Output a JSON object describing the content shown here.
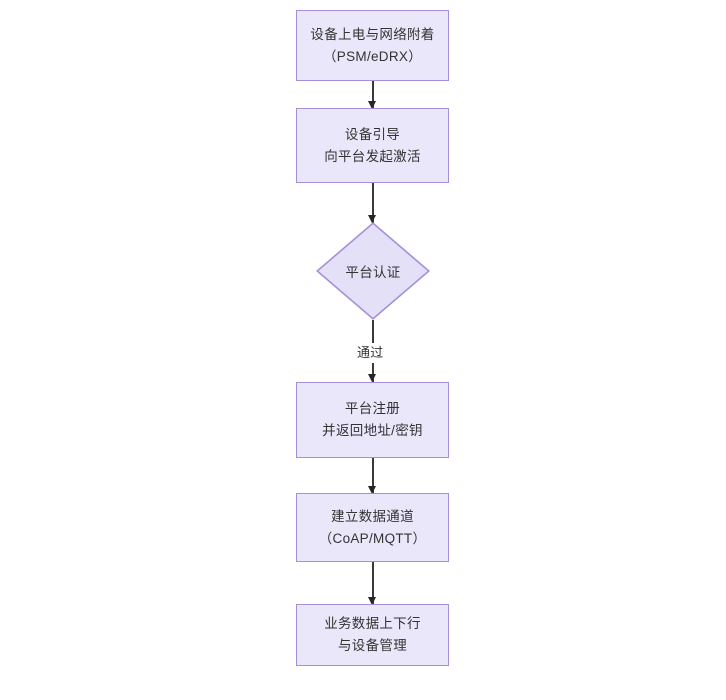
{
  "diagram": {
    "type": "flowchart",
    "orientation": "top-to-bottom",
    "theme": {
      "node_fill": "#eae7fa",
      "node_border": "#a68fd8",
      "text_color": "#333333",
      "connector_color": "#3a3a3a",
      "background": "#ffffff"
    },
    "nodes": [
      {
        "id": "power-on",
        "shape": "rectangle",
        "line1": "设备上电与网络附着",
        "line2": "（PSM/eDRX）"
      },
      {
        "id": "bootstrap",
        "shape": "rectangle",
        "line1": "设备引导",
        "line2": "向平台发起激活"
      },
      {
        "id": "platform-auth",
        "shape": "diamond",
        "line1": "平台认证",
        "line2": ""
      },
      {
        "id": "platform-register",
        "shape": "rectangle",
        "line1": "平台注册",
        "line2": "并返回地址/密钥"
      },
      {
        "id": "data-channel",
        "shape": "rectangle",
        "line1": "建立数据通道",
        "line2": "（CoAP/MQTT）"
      },
      {
        "id": "service-data",
        "shape": "rectangle",
        "line1": "业务数据上下行",
        "line2": "与设备管理"
      }
    ],
    "edges": [
      {
        "id": "e1",
        "from": "power-on",
        "to": "bootstrap",
        "label": ""
      },
      {
        "id": "e2",
        "from": "bootstrap",
        "to": "platform-auth",
        "label": ""
      },
      {
        "id": "e3",
        "from": "platform-auth",
        "to": "platform-register",
        "label": "通过"
      },
      {
        "id": "e4",
        "from": "platform-register",
        "to": "data-channel",
        "label": ""
      },
      {
        "id": "e5",
        "from": "data-channel",
        "to": "service-data",
        "label": ""
      }
    ]
  }
}
